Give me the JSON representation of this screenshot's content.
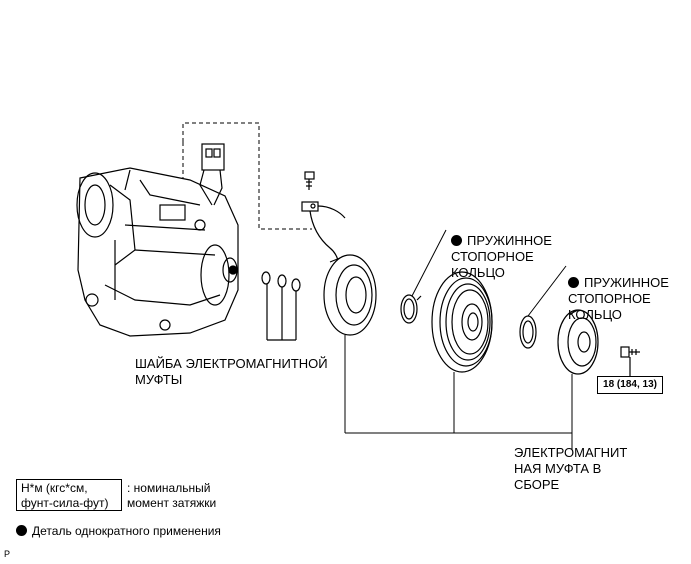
{
  "labels": {
    "snap_ring_1": "ПРУЖИННОЕ\nСТОПОРНОЕ\nКОЛЬЦО",
    "snap_ring_2": "ПРУЖИННОЕ\nСТОПОРНОЕ\nКОЛЬЦО",
    "shim": "ШАЙБА ЭЛЕКТРОМАГНИТНОЙ\nМУФТЫ",
    "clutch_assembly": "ЭЛЕКТРОМАГНИТ\nНАЯ МУФТА В\nСБОРЕ",
    "torque_spec": "18 (184, 13)"
  },
  "legend": {
    "units_box": "Н*м (кгс*см,\nфунт-сила-фут)",
    "units_desc": ": номинальный\nмомент затяжки",
    "non_reusable": "Деталь однократного применения"
  },
  "page_code": "P"
}
